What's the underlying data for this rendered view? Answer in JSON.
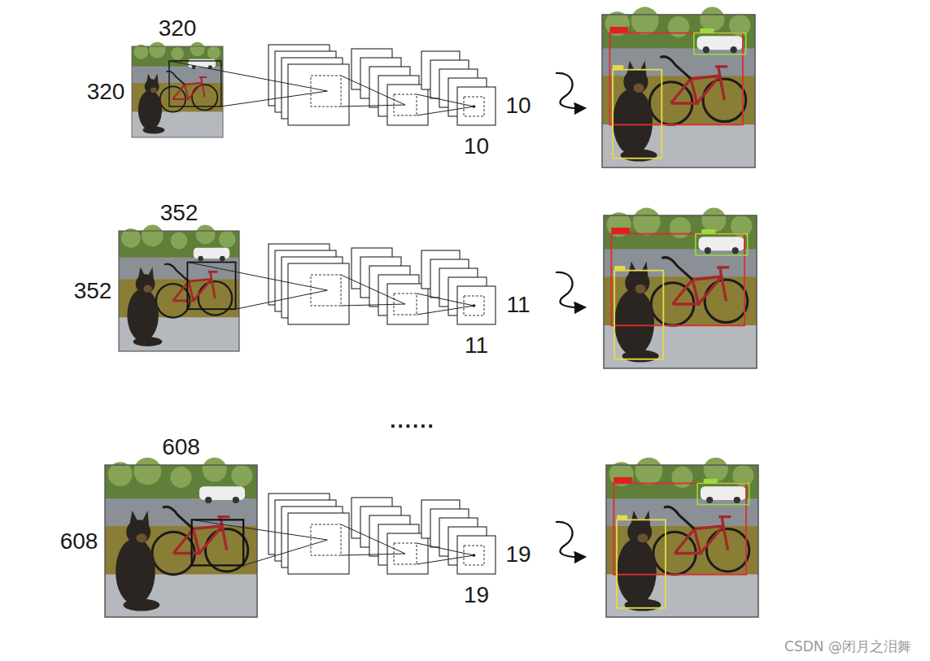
{
  "diagram": {
    "labels": [
      "320",
      "320",
      "10",
      "10",
      "352",
      "352",
      "11",
      "11",
      "......",
      "608",
      "608",
      "19",
      "19",
      "CSDN @闭月之泪舞"
    ]
  }
}
